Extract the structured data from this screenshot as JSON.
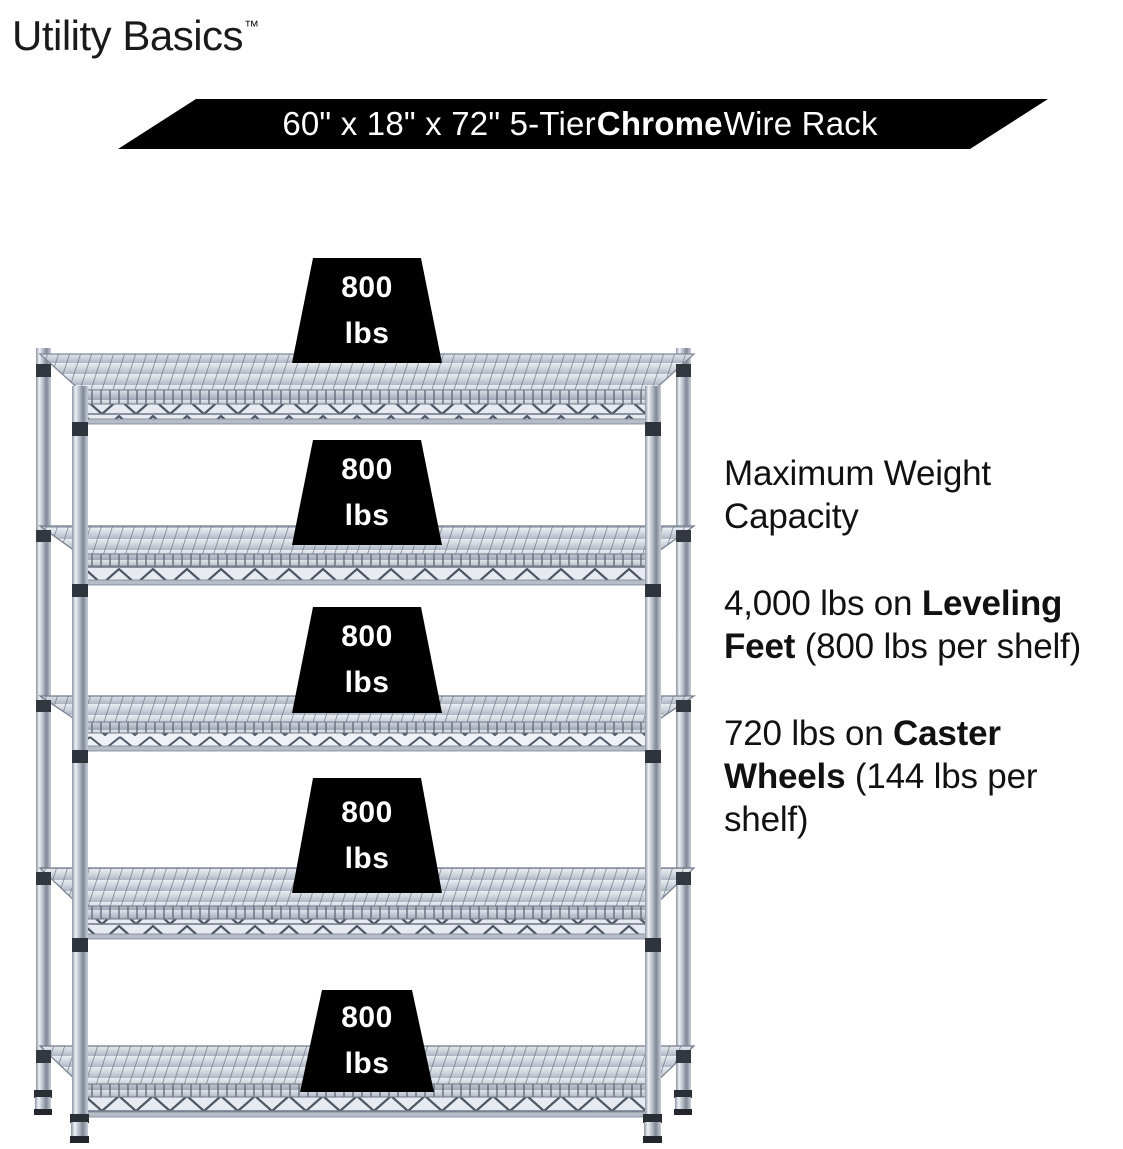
{
  "brand": {
    "name": "Utility Basics",
    "trademark": "™"
  },
  "banner": {
    "text_before": "60\" x 18\" x 72\" 5-Tier ",
    "text_bold": "Chrome",
    "text_after": " Wire Rack",
    "full_text": "60\" x 18\" x 72\" 5-Tier Chrome Wire Rack",
    "background_color": "#000000",
    "text_color": "#ffffff"
  },
  "product": {
    "type": "5-tier chrome wire shelving rack",
    "tier_count": 5,
    "chrome_light": "#dfe3e9",
    "chrome_mid": "#aab2bf",
    "chrome_dark": "#454d5b"
  },
  "callouts": [
    {
      "value": "800",
      "unit": "lbs",
      "shelf": 1
    },
    {
      "value": "800",
      "unit": "lbs",
      "shelf": 2
    },
    {
      "value": "800",
      "unit": "lbs",
      "shelf": 3
    },
    {
      "value": "800",
      "unit": "lbs",
      "shelf": 4
    },
    {
      "value": "800",
      "unit": "lbs",
      "shelf": 5
    }
  ],
  "copy": {
    "heading": "Maximum Weight Capacity",
    "paragraph_1": {
      "lead": "4,000 lbs on ",
      "bold": "Leveling Feet",
      "tail": " (800 lbs per shelf)"
    },
    "paragraph_2": {
      "lead": "720 lbs on ",
      "bold": "Caster Wheels",
      "tail": " (144 lbs per shelf)"
    }
  }
}
